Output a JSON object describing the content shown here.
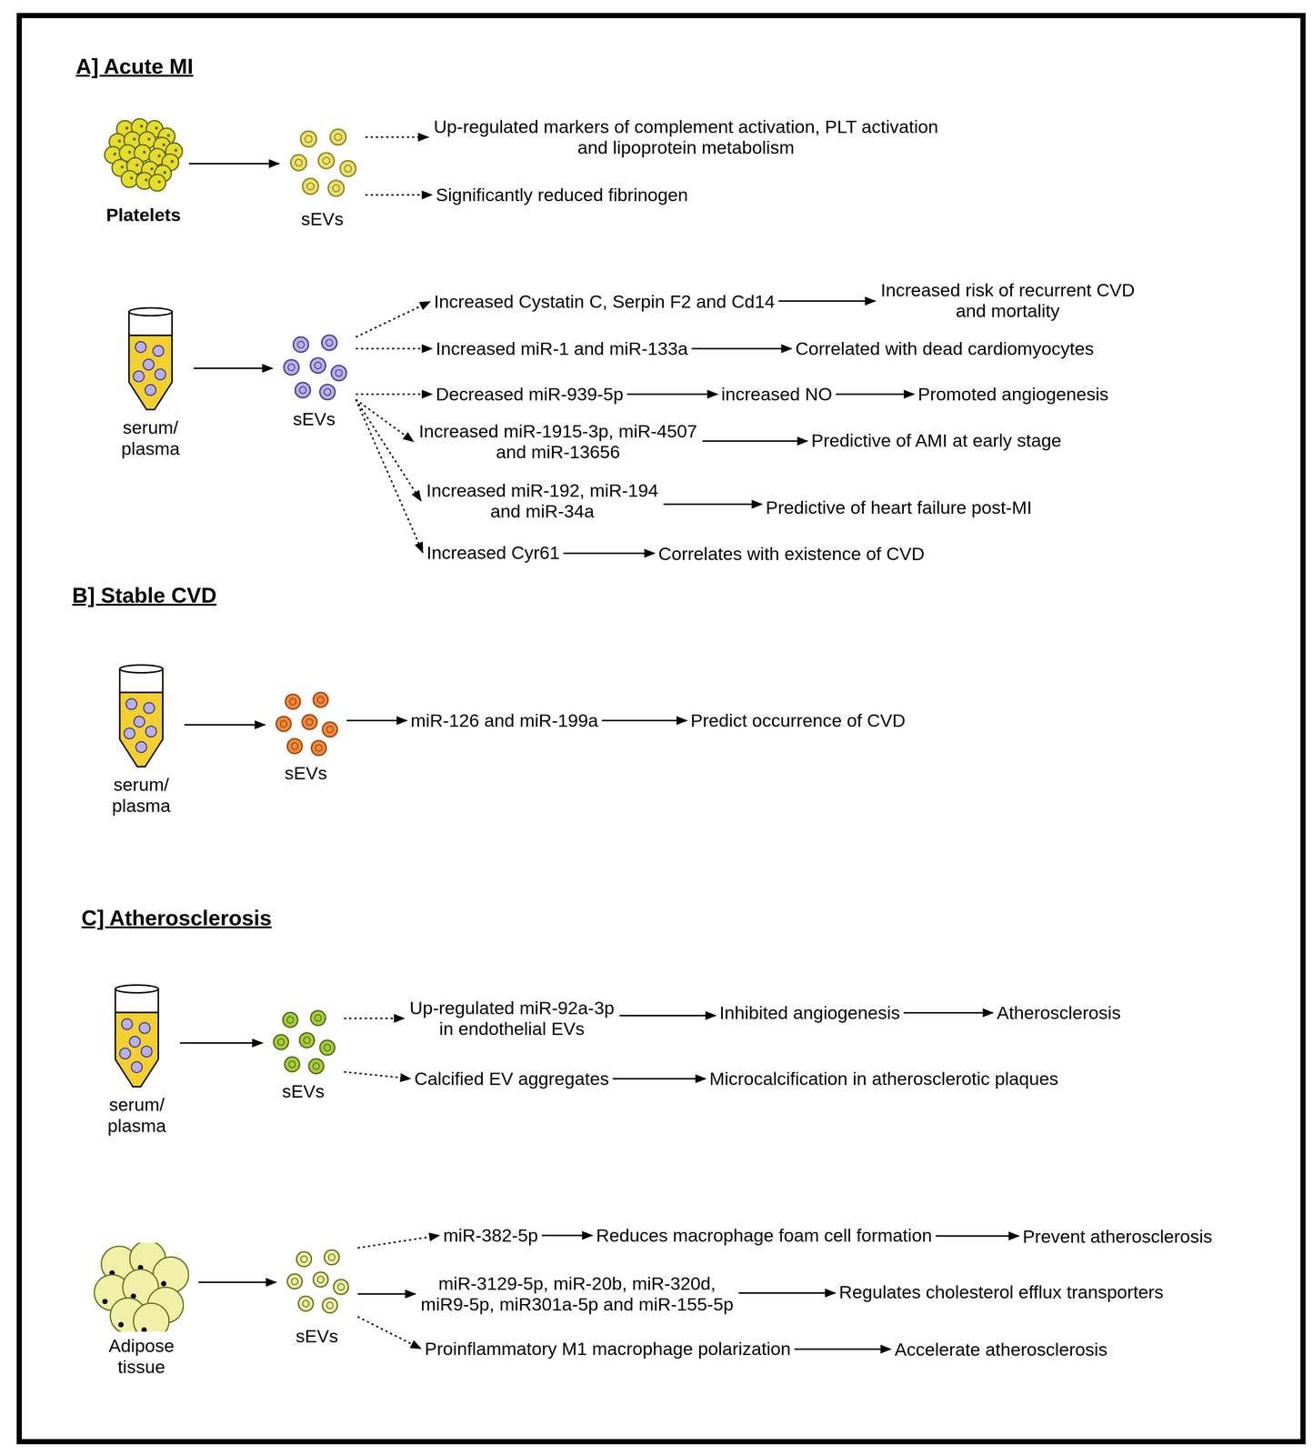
{
  "diagram": {
    "nodes": [
      {
        "text": [
          "Platelets"
        ]
      },
      {
        "text": [
          "sEVs"
        ]
      },
      {
        "text": [
          "Up-regulated markers of complement activation, PLT activation and lipoprotein metabolism"
        ]
      },
      {
        "text": [
          "Significantly reduced fibrinogen"
        ]
      },
      {
        "text": [
          "serum/ plasma"
        ]
      },
      {
        "text": [
          "sEVs"
        ]
      },
      {
        "text": [
          "Increased Cystatin C, Serpin F2 and Cd14"
        ]
      },
      {
        "text": [
          "Increased risk of recurrent CVD and mortality"
        ]
      },
      {
        "text": [
          "Increased miR-1 and miR-133a"
        ]
      },
      {
        "text": [
          "Correlated with dead cardiomyocytes"
        ]
      },
      {
        "text": [
          "Decreased miR-939-5p"
        ]
      },
      {
        "text": [
          "increased NO"
        ]
      },
      {
        "text": [
          "Promoted angiogenesis"
        ]
      },
      {
        "text": [
          "Increased miR-1915-3p, miR-4507 and miR-13656"
        ]
      },
      {
        "text": [
          "Predictive of AMI at early stage"
        ]
      },
      {
        "text": [
          "Increased miR-192, miR-194 and miR-34a"
        ]
      },
      {
        "text": [
          "Predictive of heart failure post-MI"
        ]
      },
      {
        "text": [
          "Increased Cyr61"
        ]
      },
      {
        "text": [
          "Correlates with existence of CVD"
        ]
      },
      {
        "text": [
          "serum/ plasma"
        ]
      },
      {
        "text": [
          "sEVs"
        ]
      },
      {
        "text": [
          "miR-126 and miR-199a"
        ]
      },
      {
        "text": [
          "Predict occurrence of CVD"
        ]
      },
      {
        "text": [
          "serum/ plasma"
        ]
      },
      {
        "text": [
          "sEVs"
        ]
      },
      {
        "text": [
          "Up-regulated miR-92a-3p in endothelial EVs"
        ]
      },
      {
        "text": [
          "Inhibited angiogenesis"
        ]
      },
      {
        "text": [
          "Atherosclerosis"
        ]
      },
      {
        "text": [
          "Calcified EV aggregates"
        ]
      },
      {
        "text": [
          "Microcalcification in atherosclerotic plaques"
        ]
      },
      {
        "text": [
          "Adipose tissue"
        ]
      },
      {
        "text": [
          "sEVs"
        ]
      },
      {
        "text": [
          "miR-382-5p"
        ]
      },
      {
        "text": [
          "Reduces macrophage foam cell formation"
        ]
      },
      {
        "text": [
          "Prevent atherosclerosis"
        ]
      },
      {
        "text": [
          "miR-3129-5p, miR-20b, miR-320d, miR9-5p, miR301a-5p and miR-155-5p"
        ]
      },
      {
        "text": [
          "Regulates cholesterol efflux transporters"
        ]
      },
      {
        "text": [
          "Proinflammatory M1 macrophage polarization"
        ]
      },
      {
        "text": [
          "Accelerate atherosclerosis"
        ]
      }
    ],
    "edges": [
      {
        "from": 0,
        "to": 1,
        "arrow": "to"
      },
      {
        "from": 1,
        "to": 2,
        "arrow": "to"
      },
      {
        "from": 1,
        "to": 3,
        "arrow": "to"
      },
      {
        "from": 4,
        "to": 5,
        "arrow": "to"
      },
      {
        "from": 5,
        "to": 6,
        "arrow": "to"
      },
      {
        "from": 6,
        "to": 7,
        "arrow": "to"
      },
      {
        "from": 5,
        "to": 8,
        "arrow": "to"
      },
      {
        "from": 8,
        "to": 9,
        "arrow": "to"
      },
      {
        "from": 5,
        "to": 10,
        "arrow": "to"
      },
      {
        "from": 10,
        "to": 11,
        "arrow": "to"
      },
      {
        "from": 11,
        "to": 12,
        "arrow": "to"
      },
      {
        "from": 5,
        "to": 13,
        "arrow": "to"
      },
      {
        "from": 13,
        "to": 14,
        "arrow": "to"
      },
      {
        "from": 5,
        "to": 15,
        "arrow": "to"
      },
      {
        "from": 15,
        "to": 16,
        "arrow": "to"
      },
      {
        "from": 5,
        "to": 17,
        "arrow": "to"
      },
      {
        "from": 17,
        "to": 18,
        "arrow": "to"
      },
      {
        "from": 19,
        "to": 20,
        "arrow": "to"
      },
      {
        "from": 20,
        "to": 21,
        "arrow": "to"
      },
      {
        "from": 21,
        "to": 22,
        "arrow": "to"
      },
      {
        "from": 23,
        "to": 24,
        "arrow": "to"
      },
      {
        "from": 24,
        "to": 25,
        "arrow": "to"
      },
      {
        "from": 25,
        "to": 26,
        "arrow": "to"
      },
      {
        "from": 26,
        "to": 27,
        "arrow": "to"
      },
      {
        "from": 24,
        "to": 28,
        "arrow": "to"
      },
      {
        "from": 28,
        "to": 29,
        "arrow": "to"
      },
      {
        "from": 30,
        "to": 31,
        "arrow": "to"
      },
      {
        "from": 31,
        "to": 32,
        "arrow": "to"
      },
      {
        "from": 32,
        "to": 33,
        "arrow": "to"
      },
      {
        "from": 33,
        "to": 34,
        "arrow": "to"
      },
      {
        "from": 31,
        "to": 35,
        "arrow": "to"
      },
      {
        "from": 35,
        "to": 36,
        "arrow": "to"
      },
      {
        "from": 31,
        "to": 37,
        "arrow": "to"
      },
      {
        "from": 37,
        "to": 38,
        "arrow": "to"
      }
    ],
    "labels": [
      "A] Acute MI",
      "B] Stable CVD",
      "C] Atherosclerosis"
    ]
  }
}
